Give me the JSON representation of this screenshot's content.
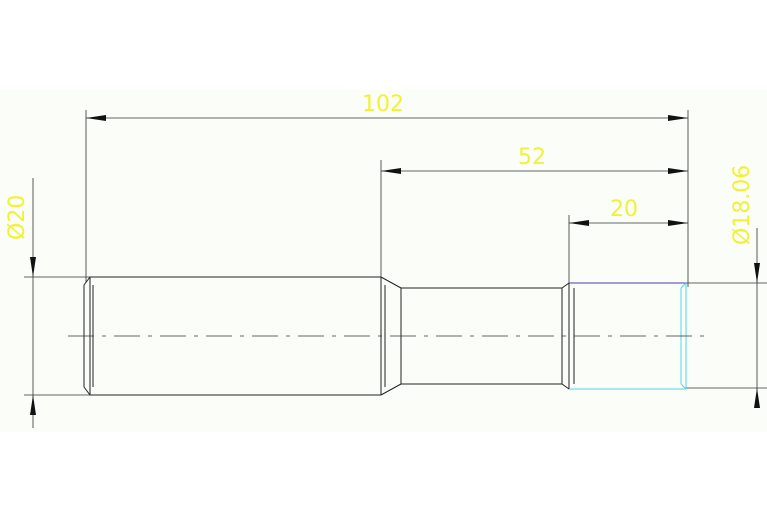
{
  "drawing": {
    "dimensions": {
      "overall_length": "102",
      "step_length": "52",
      "thread_length": "20",
      "diameter_large": "Ø20",
      "diameter_small": "Ø18.06"
    },
    "colors": {
      "background": "#fbfdf8",
      "lines": "#222222",
      "dimension_text": "#f2f233",
      "thread_outline": "#4fd6e8",
      "thread_top": "#4a3aa8"
    }
  }
}
